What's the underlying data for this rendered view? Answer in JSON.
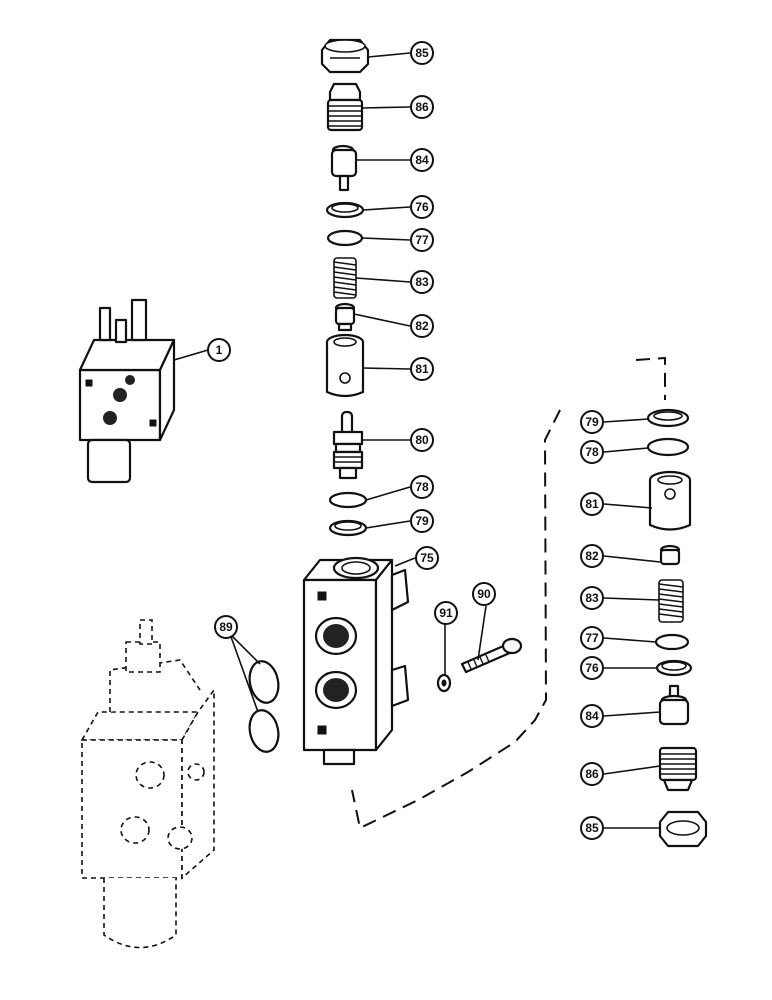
{
  "callouts": [
    {
      "id": "c85a",
      "label": "85"
    },
    {
      "id": "c86a",
      "label": "86"
    },
    {
      "id": "c84a",
      "label": "84"
    },
    {
      "id": "c76a",
      "label": "76"
    },
    {
      "id": "c77a",
      "label": "77"
    },
    {
      "id": "c83a",
      "label": "83"
    },
    {
      "id": "c82a",
      "label": "82"
    },
    {
      "id": "c81a",
      "label": "81"
    },
    {
      "id": "c80",
      "label": "80"
    },
    {
      "id": "c78a",
      "label": "78"
    },
    {
      "id": "c79a",
      "label": "79"
    },
    {
      "id": "c75",
      "label": "75"
    },
    {
      "id": "c1",
      "label": "1"
    },
    {
      "id": "c89",
      "label": "89"
    },
    {
      "id": "c91",
      "label": "91"
    },
    {
      "id": "c90",
      "label": "90"
    },
    {
      "id": "c79b",
      "label": "79"
    },
    {
      "id": "c78b",
      "label": "78"
    },
    {
      "id": "c81b",
      "label": "81"
    },
    {
      "id": "c82b",
      "label": "82"
    },
    {
      "id": "c83b",
      "label": "83"
    },
    {
      "id": "c77b",
      "label": "77"
    },
    {
      "id": "c76b",
      "label": "76"
    },
    {
      "id": "c84b",
      "label": "84"
    },
    {
      "id": "c86b",
      "label": "86"
    },
    {
      "id": "c85b",
      "label": "85"
    }
  ]
}
